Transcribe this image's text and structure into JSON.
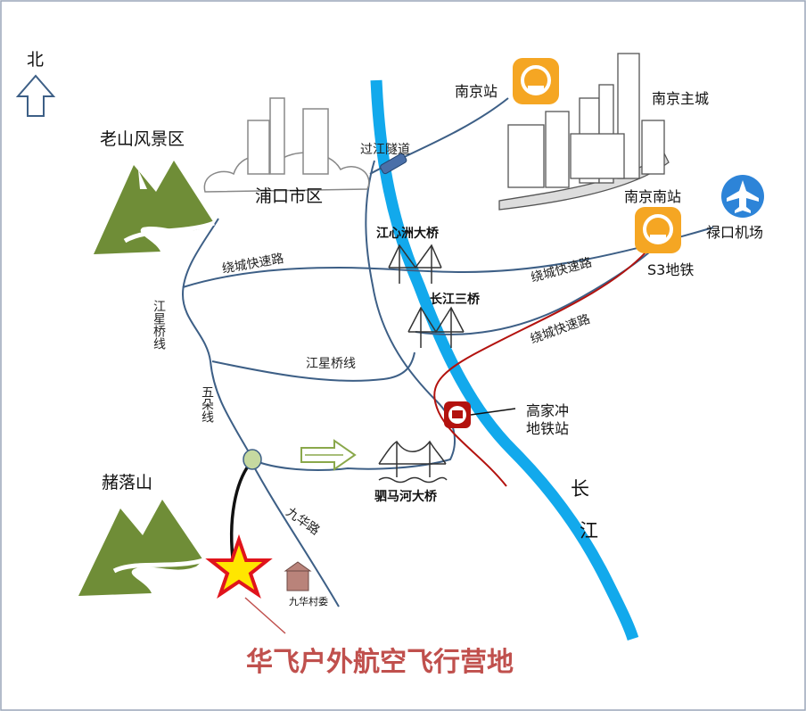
{
  "compass": {
    "label": "北"
  },
  "places": {
    "laoshan": "老山风景区",
    "zheluoshan": "赭落山",
    "pukou": "浦口市区",
    "nanjing_station": "南京站",
    "main_city": "南京主城",
    "south_station": "南京南站",
    "airport": "禄口机场",
    "s3_metro": "S3地铁",
    "gaojiachong_line1": "高家冲",
    "gaojiachong_line2": "地铁站",
    "jiuhua_village": "九华村委"
  },
  "roads": {
    "guojiang_tunnel": "过江隧道",
    "ring_expressway_1": "绕城快速路",
    "ring_expressway_2": "绕城快速路",
    "ring_expressway_3": "绕城快速路",
    "jiangxingqiao_vertical": "江星桥线",
    "jiangxingqiao_horizontal": "江星桥线",
    "wuduo": "五朵线",
    "jiuhua": "九华路"
  },
  "bridges": {
    "jiangxinzhou": "江心洲大桥",
    "changjiang_third": "长江三桥",
    "sima_river": "驷马河大桥"
  },
  "river": {
    "char1": "长",
    "char2": "江"
  },
  "title": "华飞户外航空飞行营地",
  "colors": {
    "river": "#12a9ec",
    "road": "#3d5f86",
    "metro_line": "#b3120e",
    "mountain": "#6f8d37",
    "title": "#c0504d",
    "rail_icon": "#f5a623",
    "airport_icon": "#2d84d8",
    "star": "#ffe600",
    "star_outline": "#e0141c"
  },
  "icons": [
    "north-arrow-icon",
    "rail-station-icon",
    "airport-icon",
    "metro-station-icon",
    "star-marker-icon",
    "mountain-icon",
    "bridge-icon",
    "arrow-icon",
    "village-building-icon",
    "skyline-icon"
  ]
}
